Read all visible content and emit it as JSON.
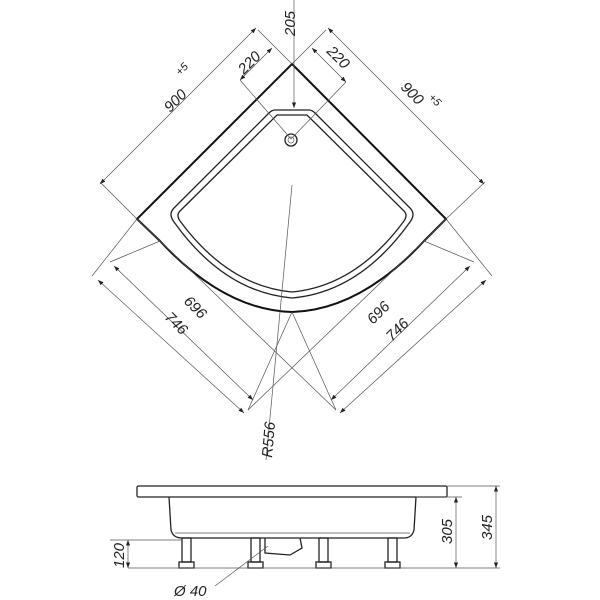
{
  "top_view": {
    "dim_left_width": "900",
    "dim_left_tolerance": "+5",
    "dim_right_width": "900",
    "dim_right_tolerance": "+5",
    "dim_left_corner": "220",
    "dim_right_corner": "220",
    "dim_drain_offset": "205",
    "dim_left_inner": "696",
    "dim_left_outer": "746",
    "dim_right_inner": "696",
    "dim_right_outer": "746",
    "dim_radius": "R556"
  },
  "side_view": {
    "dim_leg_height": "120",
    "dim_body_height": "305",
    "dim_total_height": "345",
    "dim_drain_diameter": "Ø 40"
  }
}
